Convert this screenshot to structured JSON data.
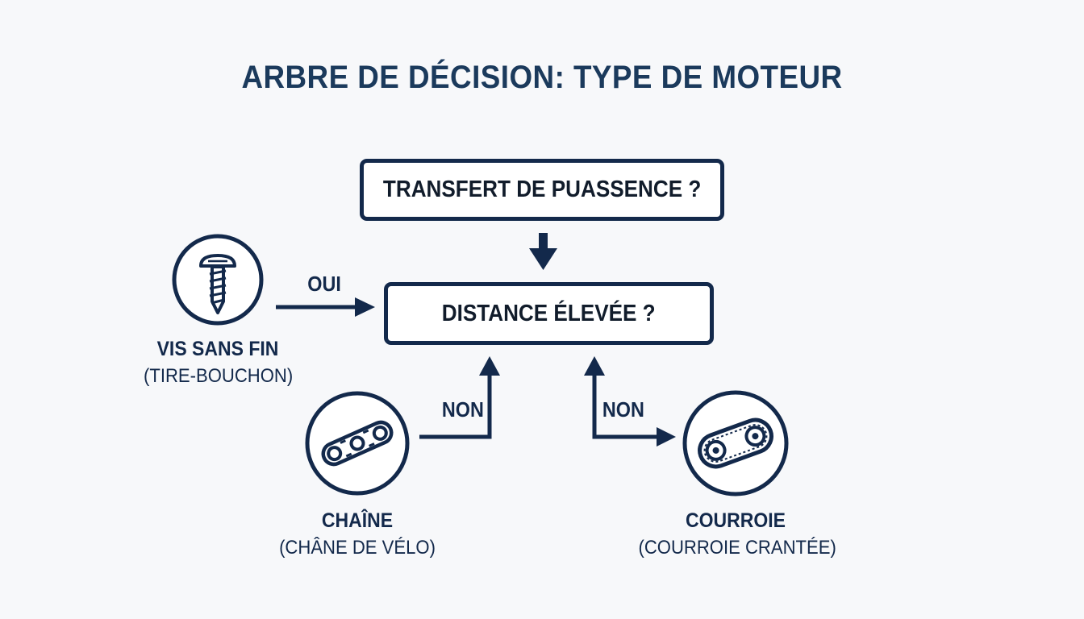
{
  "title": "ARBRE DE DÉCISION: TYPE DE MOTEUR",
  "nodes": {
    "top_question": "TRANSFERT DE PUASSENCE ?",
    "mid_question": "DISTANCE ÉLEVÉE ?"
  },
  "edges": {
    "oui": "OUI",
    "non_left": "NON",
    "non_right": "NON"
  },
  "options": {
    "vis": {
      "name": "VIS SANS FIN",
      "detail": "(TIRE-BOUCHON)",
      "icon": "screw-icon"
    },
    "chaine": {
      "name": "CHAÎNE",
      "detail": "(CHÂNE DE VÉLO)",
      "icon": "bike-chain-icon"
    },
    "courroie": {
      "name": "COURROIE",
      "detail": "(COURROIE CRANTÉE)",
      "icon": "toothed-belt-icon"
    }
  },
  "colors": {
    "primary": "#13294b",
    "background": "#f7f8fa"
  }
}
